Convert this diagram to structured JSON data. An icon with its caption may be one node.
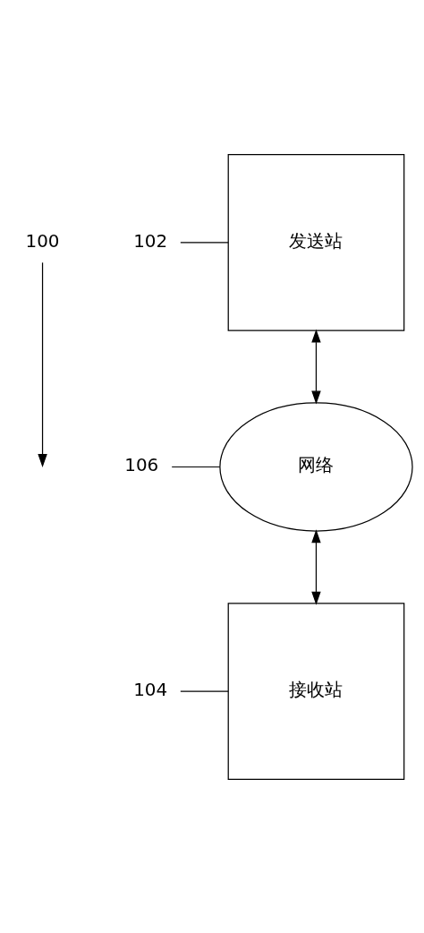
{
  "diagram": {
    "nodes": [
      {
        "text": [
          "100"
        ]
      },
      {
        "text": [
          "102"
        ]
      },
      {
        "text": [
          "发送站"
        ]
      },
      {
        "text": [
          "106"
        ]
      },
      {
        "text": [
          "网络"
        ]
      },
      {
        "text": [
          "104"
        ]
      },
      {
        "text": [
          "接收站"
        ]
      }
    ],
    "edges": [
      {
        "from": 0,
        "to": null,
        "arrow": "to"
      },
      {
        "from": 1,
        "to": 2,
        "arrow": "none"
      },
      {
        "from": 2,
        "to": 4,
        "arrow": "both"
      },
      {
        "from": 3,
        "to": 4,
        "arrow": "none"
      },
      {
        "from": 4,
        "to": 6,
        "arrow": "both"
      },
      {
        "from": 5,
        "to": 6,
        "arrow": "none"
      }
    ]
  }
}
